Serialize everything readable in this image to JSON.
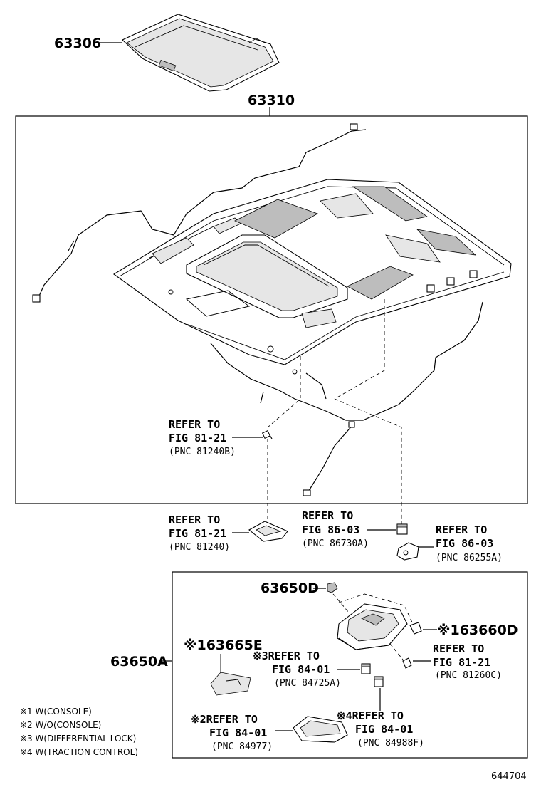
{
  "parts": {
    "p63306": "63306",
    "p63310": "63310",
    "p63650D": "63650D",
    "p63660D": "※163660D",
    "p63665E": "※163665E",
    "p63650A": "63650A"
  },
  "refs": {
    "r1": {
      "line1": "REFER TO",
      "line2": "FIG 81-21",
      "line3": "(PNC 81240B)"
    },
    "r2": {
      "line1": "REFER TO",
      "line2": "FIG 81-21",
      "line3": "(PNC 81240)"
    },
    "r3": {
      "line1": "REFER TO",
      "line2": "FIG 86-03",
      "line3": "(PNC 86730A)"
    },
    "r4": {
      "line1": "REFER TO",
      "line2": "FIG 86-03",
      "line3": "(PNC 86255A)"
    },
    "r5": {
      "line1": "REFER TO",
      "line2": "FIG 81-21",
      "line3": "(PNC 81260C)"
    },
    "r6": {
      "line1": "※3REFER TO",
      "line2": "FIG 84-01",
      "line3": "(PNC 84725A)"
    },
    "r7": {
      "line1": "※2REFER TO",
      "line2": "FIG 84-01",
      "line3": "(PNC 84977)"
    },
    "r8": {
      "line1": "※4REFER TO",
      "line2": "FIG 84-01",
      "line3": "(PNC 84988F)"
    }
  },
  "legend": [
    "※1  W(CONSOLE)",
    "※2  W/O(CONSOLE)",
    "※3  W(DIFFERENTIAL LOCK)",
    "※4  W(TRACTION CONTROL)"
  ],
  "figure_number": "644704"
}
